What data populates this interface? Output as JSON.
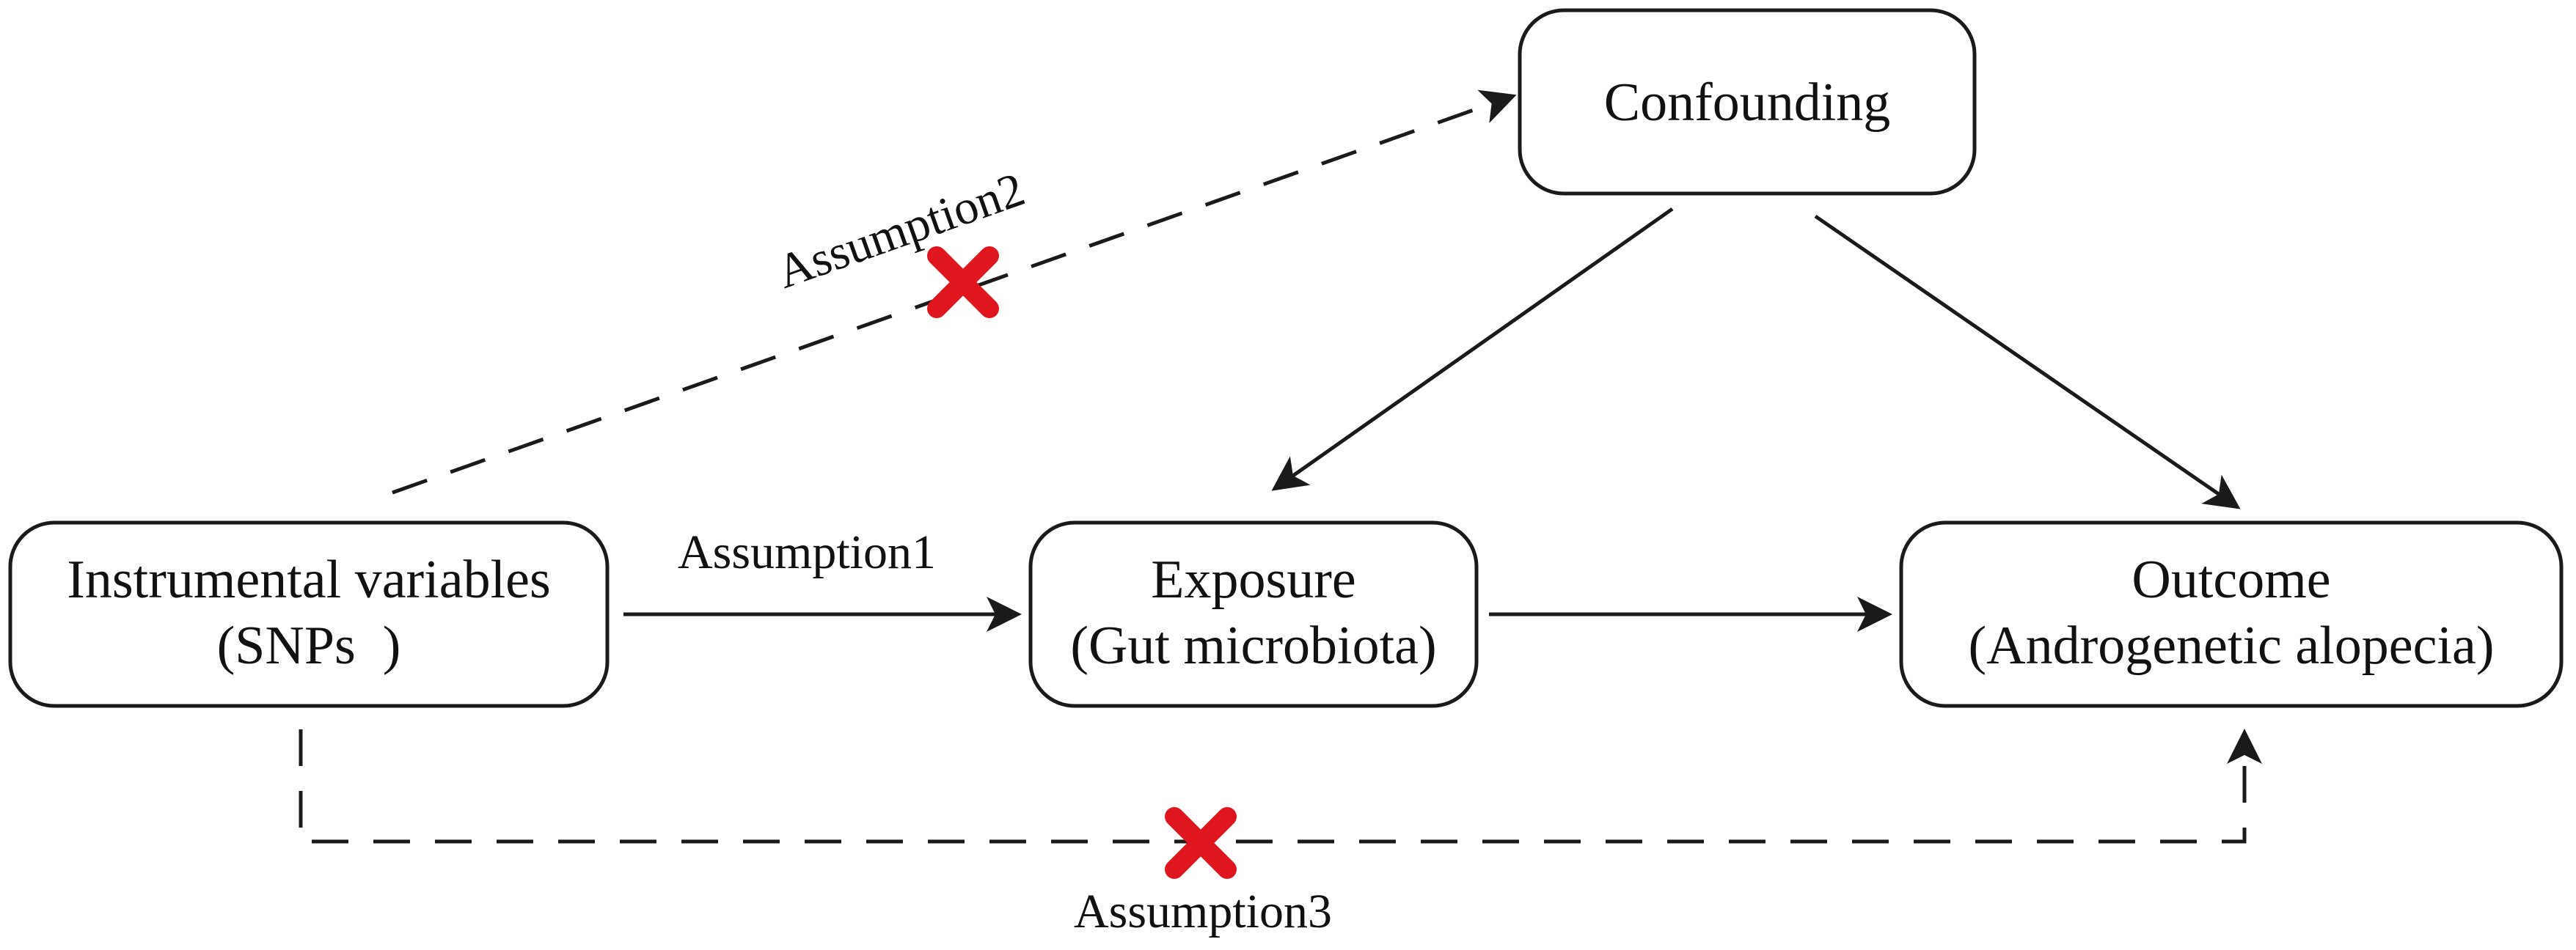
{
  "colors": {
    "line": "#1a1a1a",
    "text": "#111111",
    "cross": "#e0161e",
    "background": "#ffffff"
  },
  "nodes": {
    "confounding": {
      "label": "Confounding"
    },
    "instrument": {
      "line1": "Instrumental variables",
      "line2": "(SNPs  )"
    },
    "exposure": {
      "line1": "Exposure",
      "line2": "(Gut microbiota)"
    },
    "outcome": {
      "line1": "Outcome",
      "line2": "(Androgenetic alopecia)"
    }
  },
  "edges": {
    "assumption1": {
      "label": "Assumption1",
      "style": "solid",
      "blocked": false
    },
    "assumption2": {
      "label": "Assumption2",
      "style": "dashed",
      "blocked": true
    },
    "assumption3": {
      "label": "Assumption3",
      "style": "dashed",
      "blocked": true
    }
  },
  "icons": {
    "blocked": "cross-icon",
    "arrow": "arrowhead-icon"
  }
}
